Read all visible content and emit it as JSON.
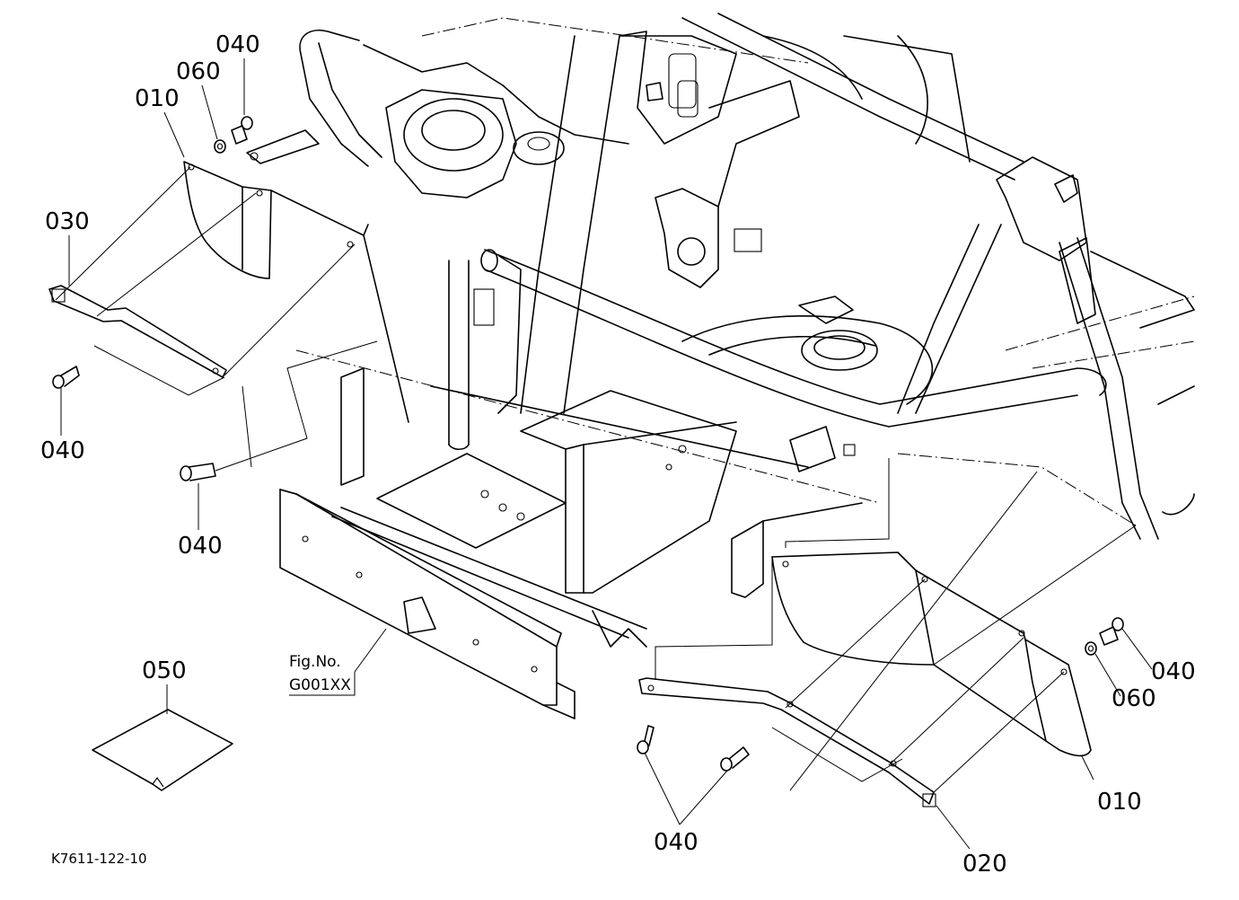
{
  "callouts": {
    "c040_top_left": "040",
    "c060_top_left": "060",
    "c010_top_left": "010",
    "c030": "030",
    "c040_mid_left": "040",
    "c040_low_left": "040",
    "c050": "050",
    "c040_right": "040",
    "c060_right": "060",
    "c010_right": "010",
    "c040_bottom": "040",
    "c020": "020"
  },
  "fig_ref": {
    "line1": "Fig.No.",
    "line2": "G001XX"
  },
  "diagram_code": "K7611-122-10"
}
